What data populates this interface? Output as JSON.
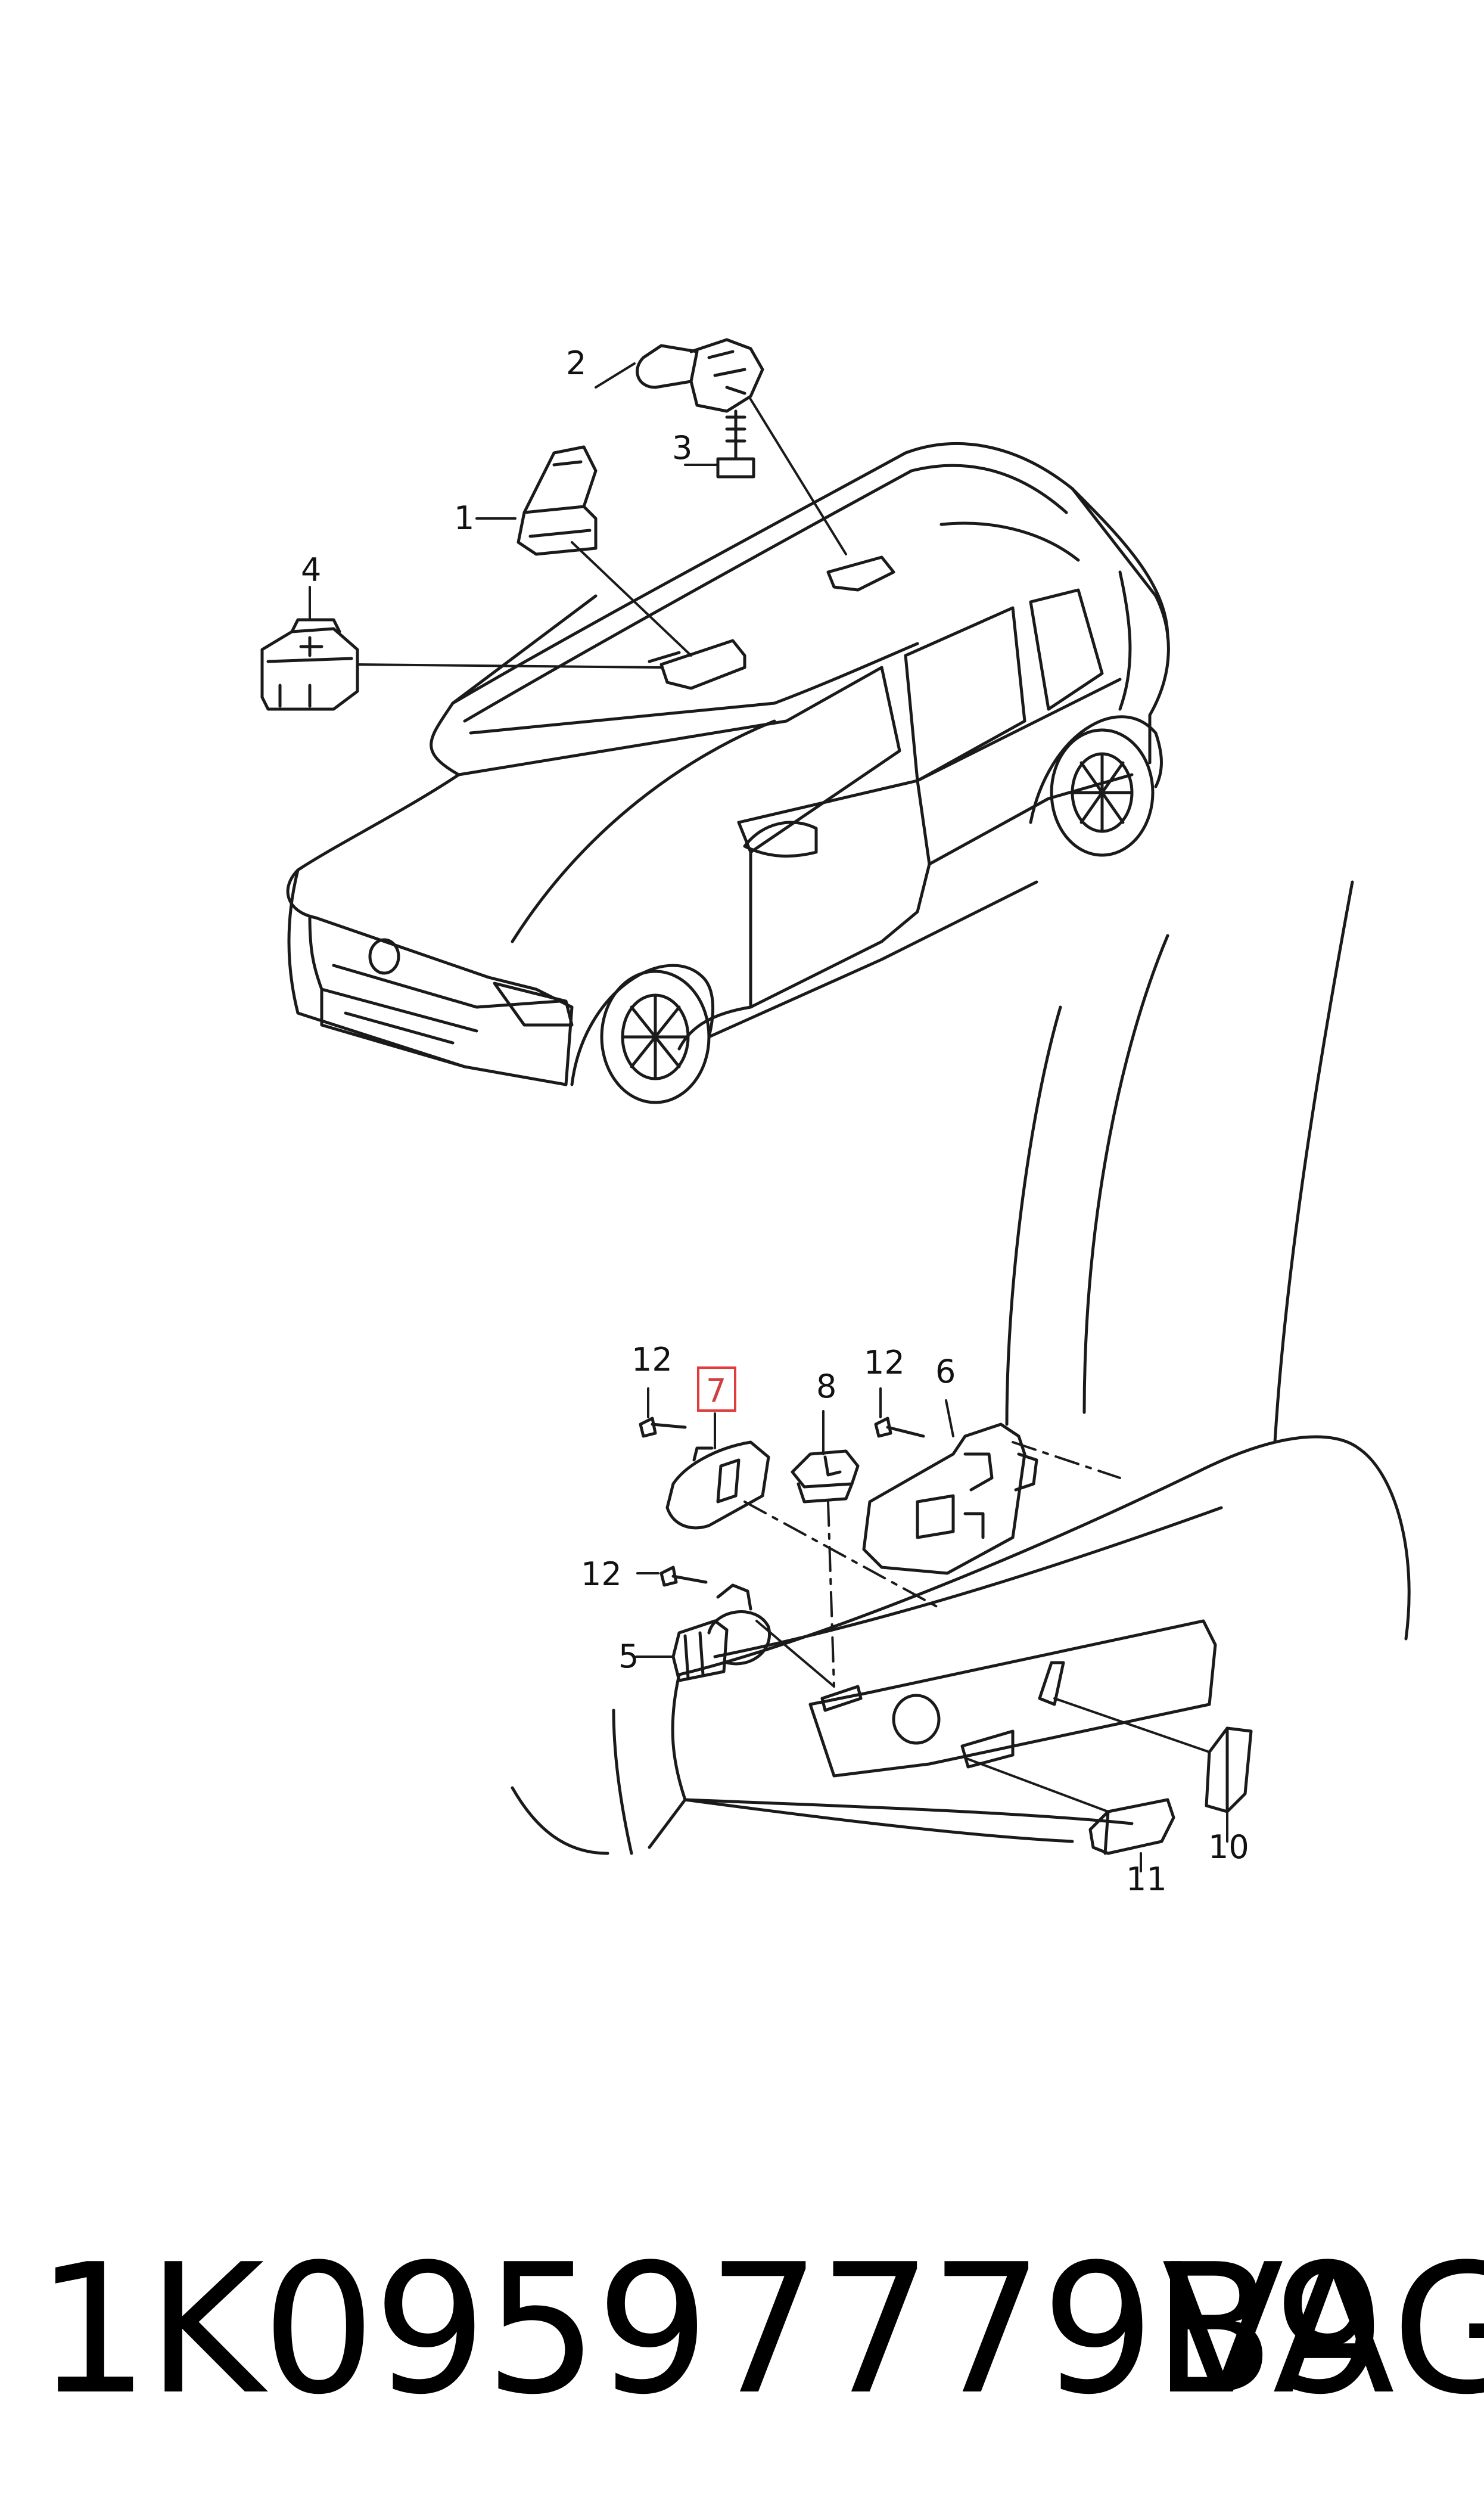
{
  "diagram": {
    "callouts": {
      "c1": "1",
      "c2": "2",
      "c3": "3",
      "c4": "4",
      "c5": "5",
      "c6": "6",
      "c7": "7",
      "c8": "8",
      "c10": "10",
      "c11": "11",
      "c12a": "12",
      "c12b": "12",
      "c12c": "12"
    },
    "highlight_color": "#e23b3b",
    "line_color": "#1a1a1a"
  },
  "footer": {
    "part_number": "1K09597779B9",
    "brand": "VAG"
  }
}
